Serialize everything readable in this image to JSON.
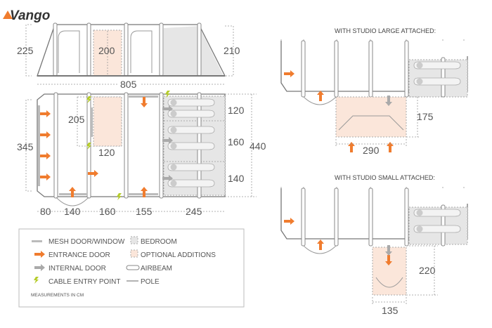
{
  "brand": {
    "logo_text": "Vango",
    "accent": "#f07c2e"
  },
  "side_view": {
    "height_left": "225",
    "height_right": "210",
    "inner_height": "200"
  },
  "plan": {
    "total_length": "805",
    "width_front": "345",
    "width_total": "440",
    "addition_depth": "205",
    "addition_width": "120",
    "bedroom_widths": [
      "120",
      "160",
      "140"
    ],
    "bottom_dims": [
      "80",
      "140",
      "160",
      "155",
      "245"
    ]
  },
  "studio_large": {
    "title": "WITH STUDIO LARGE ATTACHED:",
    "width": "290",
    "depth": "175"
  },
  "studio_small": {
    "title": "WITH STUDIO SMALL ATTACHED:",
    "width": "135",
    "depth": "220"
  },
  "legend": {
    "items": [
      "MESH DOOR/WINDOW",
      "ENTRANCE DOOR",
      "INTERNAL DOOR",
      "CABLE ENTRY POINT",
      "BEDROOM",
      "OPTIONAL ADDITIONS",
      "AIRBEAM",
      "POLE"
    ],
    "note": "MEASUREMENTS IN CM"
  },
  "colors": {
    "entrance": "#f07c2e",
    "internal": "#aaaaaa",
    "cable": "#b5cc2a",
    "bedroom": "#e6e6e6",
    "optional": "#fbe6da"
  }
}
